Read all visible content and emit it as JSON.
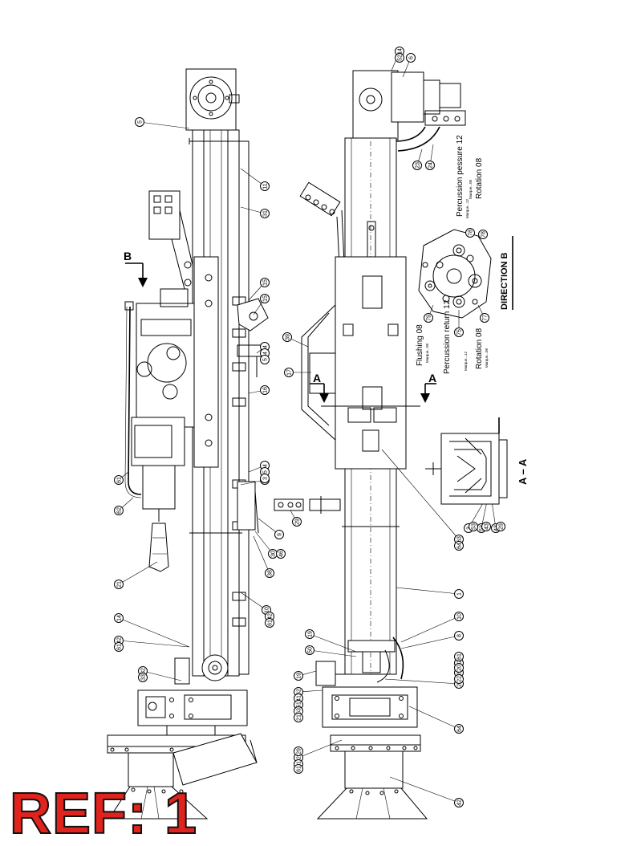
{
  "balloons_left": [
    "5",
    "11",
    "31",
    "15",
    "15",
    "4",
    "4",
    "5",
    "16",
    "16",
    "4",
    "5",
    "3",
    "9",
    "29",
    "30",
    "46",
    "38",
    "10",
    "42",
    "61",
    "14",
    "42",
    "61",
    "32",
    "33",
    "61",
    "62",
    "21"
  ],
  "balloons_right": [
    "14",
    "52",
    "6",
    "23",
    "24",
    "39",
    "17",
    "63",
    "64",
    "1",
    "10",
    "8",
    "19",
    "19",
    "50",
    "20",
    "21",
    "22",
    "61",
    "62",
    "41",
    "51",
    "63",
    "64",
    "2",
    "41",
    "42",
    "3",
    "53",
    "43",
    "29",
    "20",
    "21",
    "22",
    "61"
  ],
  "section_markers": {
    "b_arrow": "B",
    "a_left": "A",
    "a_right": "A"
  },
  "direction_view": {
    "title": "DIRECTION  B",
    "balloons": [
      "78",
      "78",
      "79",
      "75",
      "77"
    ],
    "ports": {
      "percussion_pressure": "Percussion pessure 12",
      "rotation_top": "Rotation 08",
      "flushing": "Flushing 08",
      "percussion_return": "Percussion return 12",
      "rotation_bottom": "Rotation 08"
    },
    "small_tags": [
      "Marque...12",
      "Marque...08",
      "Marque...08",
      "Marque...12",
      "Marque...08"
    ]
  },
  "section_view": {
    "title": "A – A",
    "balloons": [
      "53",
      "43",
      "29"
    ]
  },
  "ref_label": "REF: 1"
}
